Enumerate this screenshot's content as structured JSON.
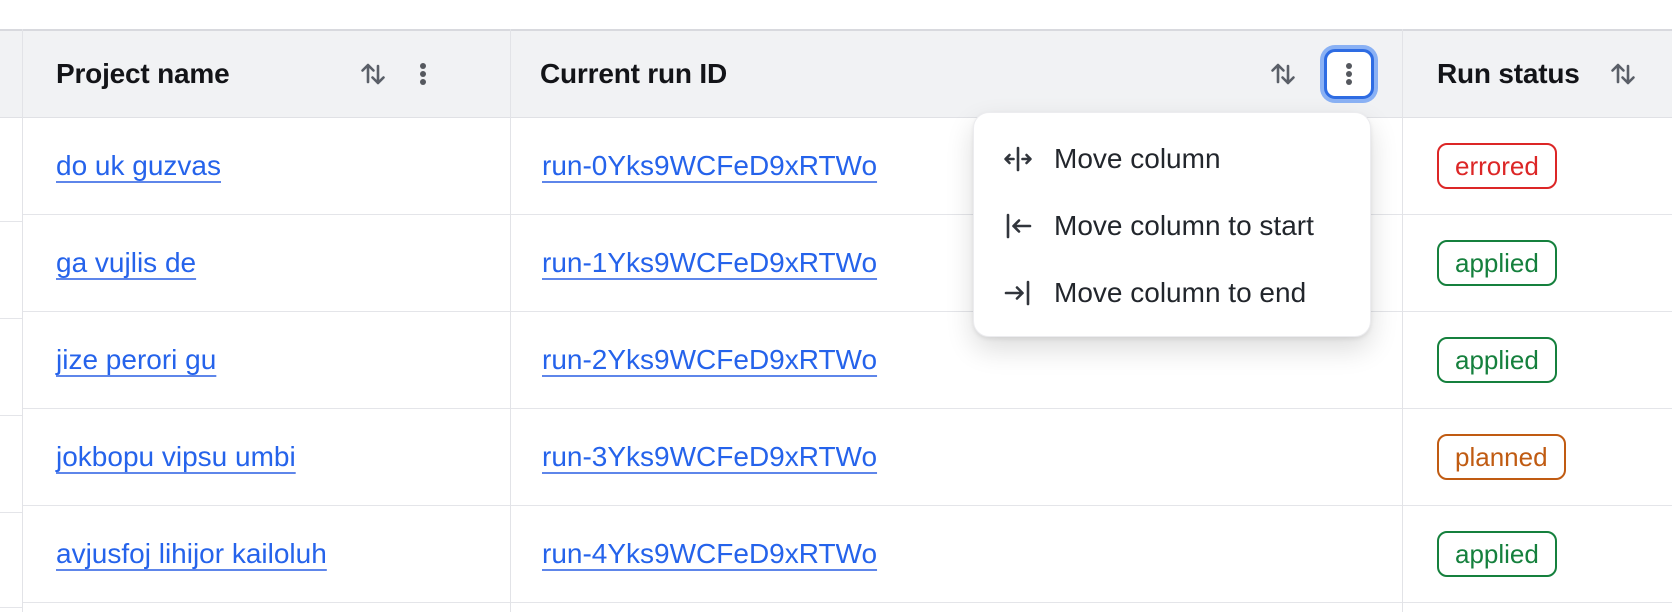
{
  "table": {
    "columns": [
      {
        "id": "project-name",
        "label": "Project name",
        "sortable": true,
        "has_menu": true
      },
      {
        "id": "current-run-id",
        "label": "Current run ID",
        "sortable": true,
        "has_menu": true,
        "menu_open": true
      },
      {
        "id": "run-status",
        "label": "Run status",
        "sortable": true
      }
    ],
    "rows": [
      {
        "project_name": "do uk guzvas",
        "run_id": "run-0Yks9WCFeD9xRTWo",
        "status": "errored"
      },
      {
        "project_name": "ga vujlis de",
        "run_id": "run-1Yks9WCFeD9xRTWo",
        "status": "applied"
      },
      {
        "project_name": "jize perori gu",
        "run_id": "run-2Yks9WCFeD9xRTWo",
        "status": "applied"
      },
      {
        "project_name": "jokbopu vipsu umbi",
        "run_id": "run-3Yks9WCFeD9xRTWo",
        "status": "planned"
      },
      {
        "project_name": "avjusfoj lihijor kailoluh",
        "run_id": "run-4Yks9WCFeD9xRTWo",
        "status": "applied"
      }
    ]
  },
  "column_menu": {
    "open_for_column": "Current run ID",
    "items": [
      {
        "id": "move-column",
        "icon": "move-column-icon",
        "label": "Move column"
      },
      {
        "id": "move-column-to-start",
        "icon": "move-column-to-start-icon",
        "label": "Move column to start"
      },
      {
        "id": "move-column-to-end",
        "icon": "move-column-to-end-icon",
        "label": "Move column to end"
      }
    ]
  },
  "colors": {
    "link": "#2563eb",
    "header_background": "#f1f2f4",
    "border": "#e4e5e9",
    "focus_border": "#2e6ce3",
    "focus_ring": "#8ab1f4",
    "status_errored": "#dc2626",
    "status_applied": "#15803d",
    "status_planned": "#c05b12"
  }
}
